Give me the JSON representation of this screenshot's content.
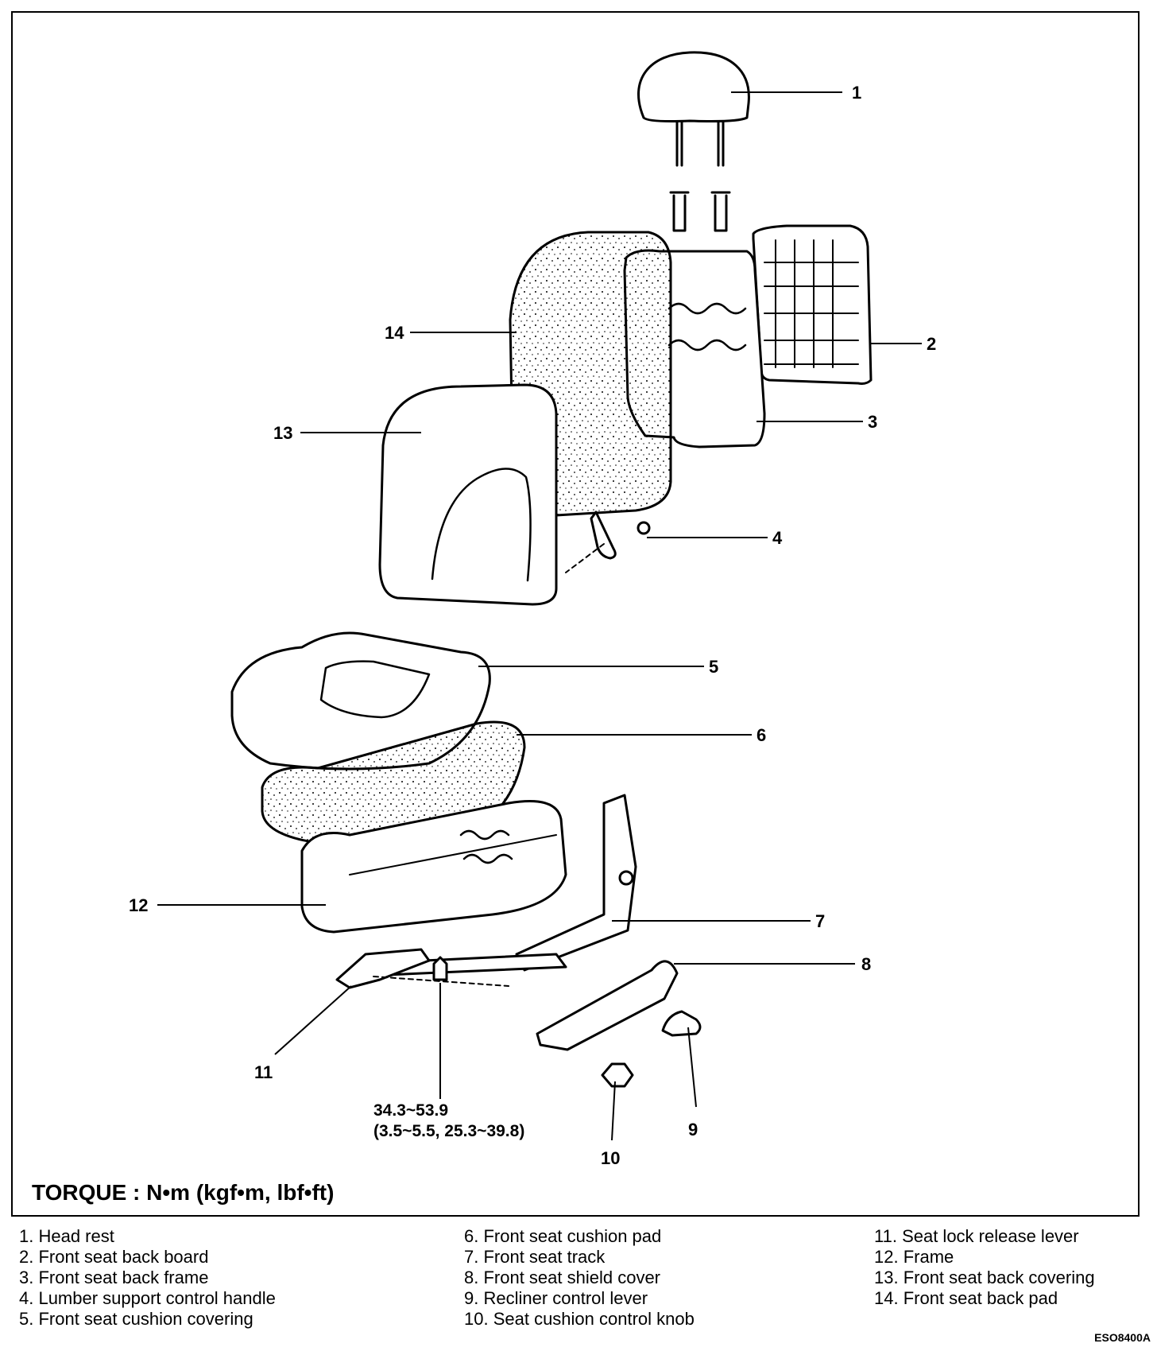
{
  "callouts": {
    "c1": "1",
    "c2": "2",
    "c3": "3",
    "c4": "4",
    "c5": "5",
    "c6": "6",
    "c7": "7",
    "c8": "8",
    "c9": "9",
    "c10": "10",
    "c11": "11",
    "c12": "12",
    "c13": "13",
    "c14": "14"
  },
  "torque_value": {
    "line1": "34.3~53.9",
    "line2": "(3.5~5.5, 25.3~39.8)"
  },
  "torque_label": "TORQUE : N•m (kgf•m, lbf•ft)",
  "legend": {
    "col1": [
      "1. Head rest",
      "2. Front seat back board",
      "3. Front seat back frame",
      "4. Lumber support control handle",
      "5. Front seat cushion covering"
    ],
    "col2": [
      "6. Front seat cushion pad",
      "7. Front seat track",
      "8. Front seat shield cover",
      "9. Recliner control lever",
      "10. Seat cushion control knob"
    ],
    "col3": [
      "11. Seat lock release lever",
      "12. Frame",
      "13. Front seat back covering",
      "14. Front seat back pad"
    ]
  },
  "figure_code": "ESO8400A"
}
